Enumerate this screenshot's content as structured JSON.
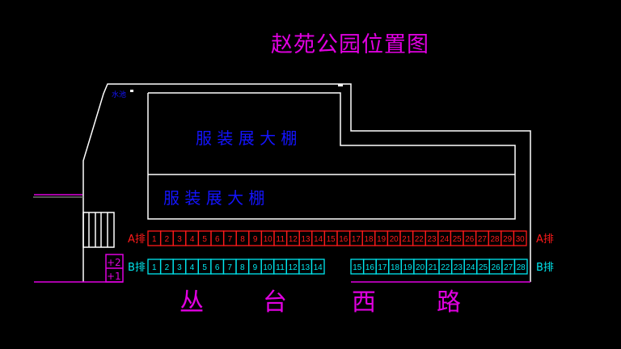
{
  "title": "赵苑公园位置图",
  "colors": {
    "background": "#000000",
    "title": "#e000e0",
    "walls": "#ffffff",
    "tent_text": "#1414ff",
    "row_a": "#ff1a1a",
    "row_b": "#00e8f0",
    "road": "#e000e0"
  },
  "pool_label": "水池",
  "tents": [
    {
      "label": "服 装 展 大 棚"
    },
    {
      "label": "服 装 展 大 棚"
    }
  ],
  "row_a": {
    "label": "A排",
    "label_right": "A排",
    "stalls": [
      "1",
      "2",
      "3",
      "4",
      "5",
      "6",
      "7",
      "8",
      "9",
      "10",
      "11",
      "12",
      "13",
      "14",
      "15",
      "16",
      "17",
      "18",
      "19",
      "20",
      "21",
      "22",
      "23",
      "24",
      "25",
      "26",
      "27",
      "28",
      "29",
      "30"
    ]
  },
  "row_b": {
    "label": "B排",
    "label_right": "B排",
    "stalls_left": [
      "1",
      "2",
      "3",
      "4",
      "5",
      "6",
      "7",
      "8",
      "9",
      "10",
      "11",
      "12",
      "13",
      "14"
    ],
    "stalls_right": [
      "15",
      "16",
      "17",
      "18",
      "19",
      "20",
      "21",
      "22",
      "23",
      "24",
      "25",
      "26",
      "27",
      "28"
    ]
  },
  "levels": [
    "+2",
    "+1"
  ],
  "road": [
    "丛",
    "台",
    "西",
    "路"
  ]
}
